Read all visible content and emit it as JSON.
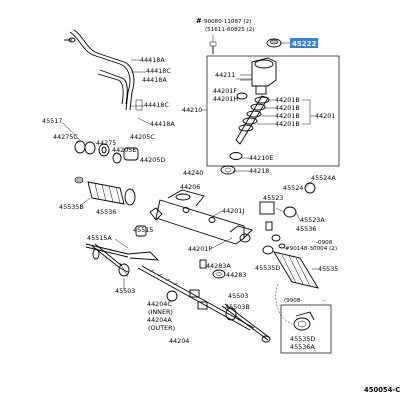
{
  "diagram": {
    "footer_code": "450054-C",
    "highlight_color": "#3b7fd8",
    "labels": {
      "hash_mark": "#",
      "note_top_1": "90080-11087 (2)",
      "note_top_2": "(51611-60825 (2)",
      "p45222": "45222",
      "p44418A": "44418A",
      "p44418C_a": "44418C",
      "p44418C_b": "44418C",
      "p44418A_b": "44418A",
      "p44211": "44211",
      "p44201F": "44201F",
      "p44201H": "44201H",
      "p44201B_1": "44201B",
      "p44201B_2": "44201B",
      "p44201B_3": "44201B",
      "p44201B_4": "44201B",
      "p44201": "44201",
      "p44210": "44210",
      "p44210E": "44210E",
      "p44218": "44218",
      "p45517": "45517",
      "p44275C": "44275C",
      "p44275": "44275",
      "p44205E": "44205E",
      "p44205C": "44205C",
      "p44205D": "44205D",
      "p44240": "44240",
      "p44206": "44206",
      "p45535B": "45535B",
      "p45536": "45536",
      "p44201J": "44201J",
      "p45523": "45523",
      "p45524": "45524",
      "p45524A": "45524A",
      "p45523A": "45523A",
      "p45536_b": "45536",
      "note_mid_1": "#90148-30004 (2)",
      "note_mid_2": "-0908",
      "p45515A": "45515A",
      "p45515": "45515",
      "p44201P": "44201P",
      "p44283A": "44283A",
      "p44283": "44283",
      "p45535D": "45535D",
      "p45535": "45535",
      "p45503": "45503",
      "p45503_b": "45503",
      "p45503B": "45503B",
      "p44204C": "44204C",
      "p44204A": "44204A",
      "inner": "(INNER)",
      "outer": "(OUTER)",
      "p44204": "44204",
      "range_label": "(9908-",
      "range_dash": "-",
      "p45535D_b": "45535D",
      "p45536A": "45536A"
    }
  }
}
